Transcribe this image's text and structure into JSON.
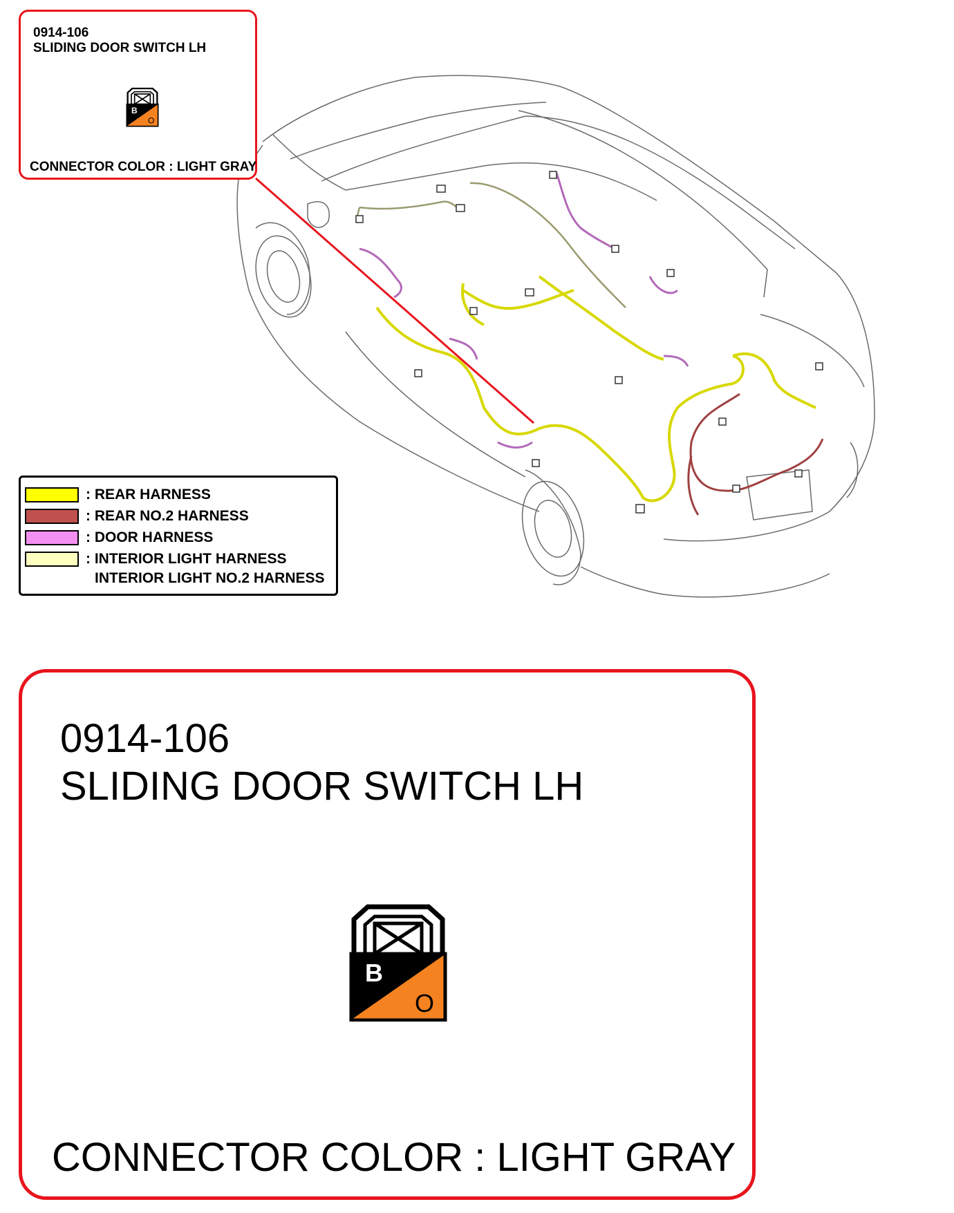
{
  "connector": {
    "code": "0914-106",
    "name": "SLIDING DOOR SWITCH LH",
    "color_text": "CONNECTOR COLOR : LIGHT GRAY",
    "terminals": [
      {
        "label": "B",
        "color": "#000000"
      },
      {
        "label": "O",
        "color": "#f58220"
      }
    ]
  },
  "legend": {
    "items": [
      {
        "label": ": REAR HARNESS",
        "color": "#ffff00"
      },
      {
        "label": ": REAR NO.2 HARNESS",
        "color": "#c0504d"
      },
      {
        "label": ": DOOR HARNESS",
        "color": "#f38ff0"
      },
      {
        "label": ": INTERIOR LIGHT HARNESS",
        "color": "#ffffc0"
      }
    ],
    "extra_label": "INTERIOR LIGHT NO.2 HARNESS"
  },
  "colors": {
    "callout_border": "#e8141c",
    "leader_line": "#e8141c",
    "car_outline": "#555555"
  }
}
